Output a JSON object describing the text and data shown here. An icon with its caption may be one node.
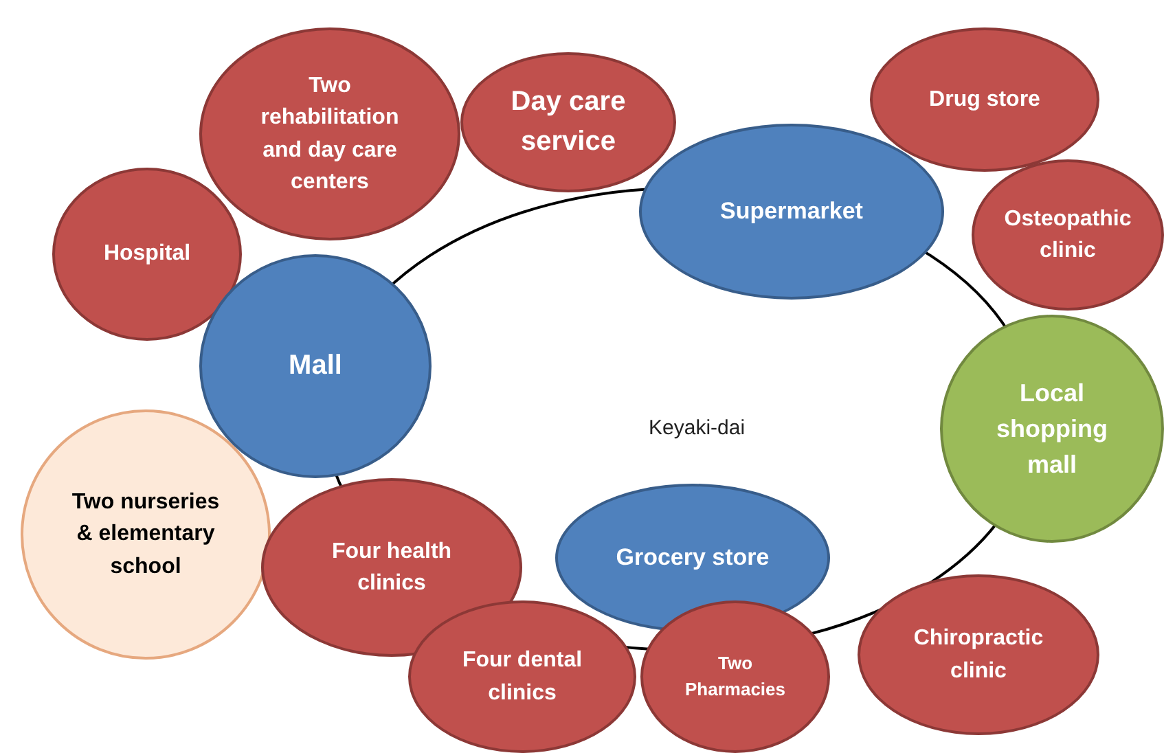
{
  "diagram": {
    "nodes": [
      {
        "text": [
          "Two rehabilitation and day care centers"
        ]
      },
      {
        "text": [
          "Day care service"
        ]
      },
      {
        "text": [
          "Drug store"
        ]
      },
      {
        "text": [
          "Supermarket"
        ]
      },
      {
        "text": [
          "Hospital"
        ]
      },
      {
        "text": [
          "Osteopathic clinic"
        ]
      },
      {
        "text": [
          "Mall"
        ]
      },
      {
        "text": [
          "Local shopping mall"
        ]
      },
      {
        "text": [
          "Two nurseries & elementary school"
        ]
      },
      {
        "text": [
          "Four health clinics"
        ]
      },
      {
        "text": [
          "Grocery store"
        ]
      },
      {
        "text": [
          "Chiropractic clinic"
        ]
      },
      {
        "text": [
          "Four dental clinics"
        ]
      },
      {
        "text": [
          "Two Pharmacies"
        ]
      }
    ],
    "edges": [],
    "labels": [
      "Keyaki-dai"
    ]
  }
}
